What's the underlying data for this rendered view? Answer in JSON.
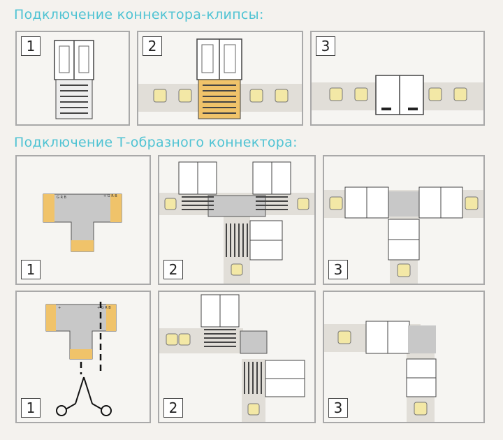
{
  "titles": {
    "clip": "Подключение коннектора-клипсы:",
    "t_shape": "Подключение Т-образного коннектора:"
  },
  "steps": {
    "s1": "1",
    "s2": "2",
    "s3": "3"
  },
  "pin_labels": {
    "rgb": "RGB",
    "plus": "+"
  },
  "colors": {
    "title": "#4fc3d3",
    "border": "#a9a9a9",
    "strip": "#e1ded8",
    "led": "#f3e8a6",
    "pad": "#f0c36a",
    "board": "#c8c8c8",
    "spring": "#444444"
  },
  "icons": {
    "cut": "scissors-icon"
  }
}
